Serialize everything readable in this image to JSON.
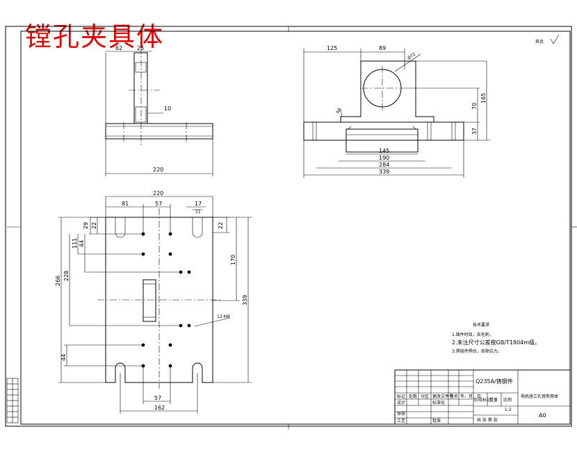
{
  "drawing": {
    "title": "镗孔夹具体",
    "roughness_note": "其余",
    "material": "Q235A/铸钢件",
    "part_name": "电机座三孔镗夹具体",
    "sheet_size": "A0",
    "scale": "1:2",
    "tech_title": "技术要求",
    "tech_items": [
      "1.铸件时效，去毛刺。",
      "2.未注尺寸公差按GB/T1804m级。",
      "3.焊接件焊后，去除应力。"
    ]
  },
  "dims": {
    "side": {
      "w62": "62",
      "w25": "25",
      "h10": "10",
      "base": "220"
    },
    "front": {
      "d125": "125",
      "d89": "89",
      "dia": "Ø72",
      "r8": "R8",
      "d145": "145",
      "d190": "190",
      "d284": "284",
      "d339": "339",
      "d70": "70",
      "d165": "165",
      "d37": "37"
    },
    "plan": {
      "d220": "220",
      "d81": "81",
      "d57": "57",
      "d17": "17",
      "d11": "11",
      "d29": "29",
      "d22": "22",
      "d22r": "22",
      "d111": "111",
      "d44": "44",
      "d228": "228",
      "d266": "266",
      "d170": "170",
      "d339v": "339",
      "d44b": "44",
      "d57b": "57",
      "d162": "162",
      "holes": "12-M8"
    }
  },
  "title_block": {
    "row1": [
      "标记",
      "处数",
      "分区",
      "更改文件号",
      "签名",
      "年、月、日"
    ],
    "row2": [
      "设计",
      "",
      "标准化",
      "",
      "阶段标记",
      "重量",
      "比例"
    ],
    "row3": [
      "审核",
      "",
      "",
      "",
      "",
      ""
    ],
    "row4": [
      "工艺",
      "",
      "批准",
      "",
      "共 张 第 张"
    ]
  }
}
